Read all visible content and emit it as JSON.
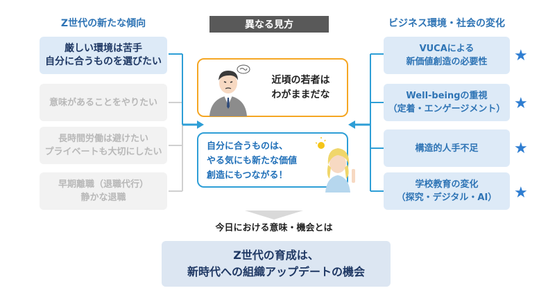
{
  "left": {
    "title": "Z世代の新たな傾向",
    "items": [
      "厳しい環境は苦手\n自分に合うものを選びたい",
      "意味があることをやりたい",
      "長時間労働は避けたい\nプライベートも大切にしたい",
      "早期離職（退職代行）\n静かな退職"
    ]
  },
  "center": {
    "title": "異なる見方",
    "top_text": "近頃の若者は\nわがままだな",
    "bottom_text": "自分に合うものは、\nやる気にも新たな価値\n創造にもつながる！"
  },
  "right": {
    "title": "ビジネス環境・社会の変化",
    "items": [
      "VUCAによる\n新価値創造の必要性",
      "Well-beingの重視\n（定着・エンゲージメント）",
      "構造的人手不足",
      "学校教育の変化\n（探究・デジタル・AI）"
    ],
    "star_icon": "★"
  },
  "conclusion": {
    "label": "今日における意味・機会とは",
    "text": "Z世代の育成は、\n新時代への組織アップデートの機会"
  },
  "colors": {
    "accent_blue": "#2e74b5",
    "orange": "#f5a623",
    "box_blue": "#ddeaf7",
    "gray_box": "#f2f2f2"
  }
}
